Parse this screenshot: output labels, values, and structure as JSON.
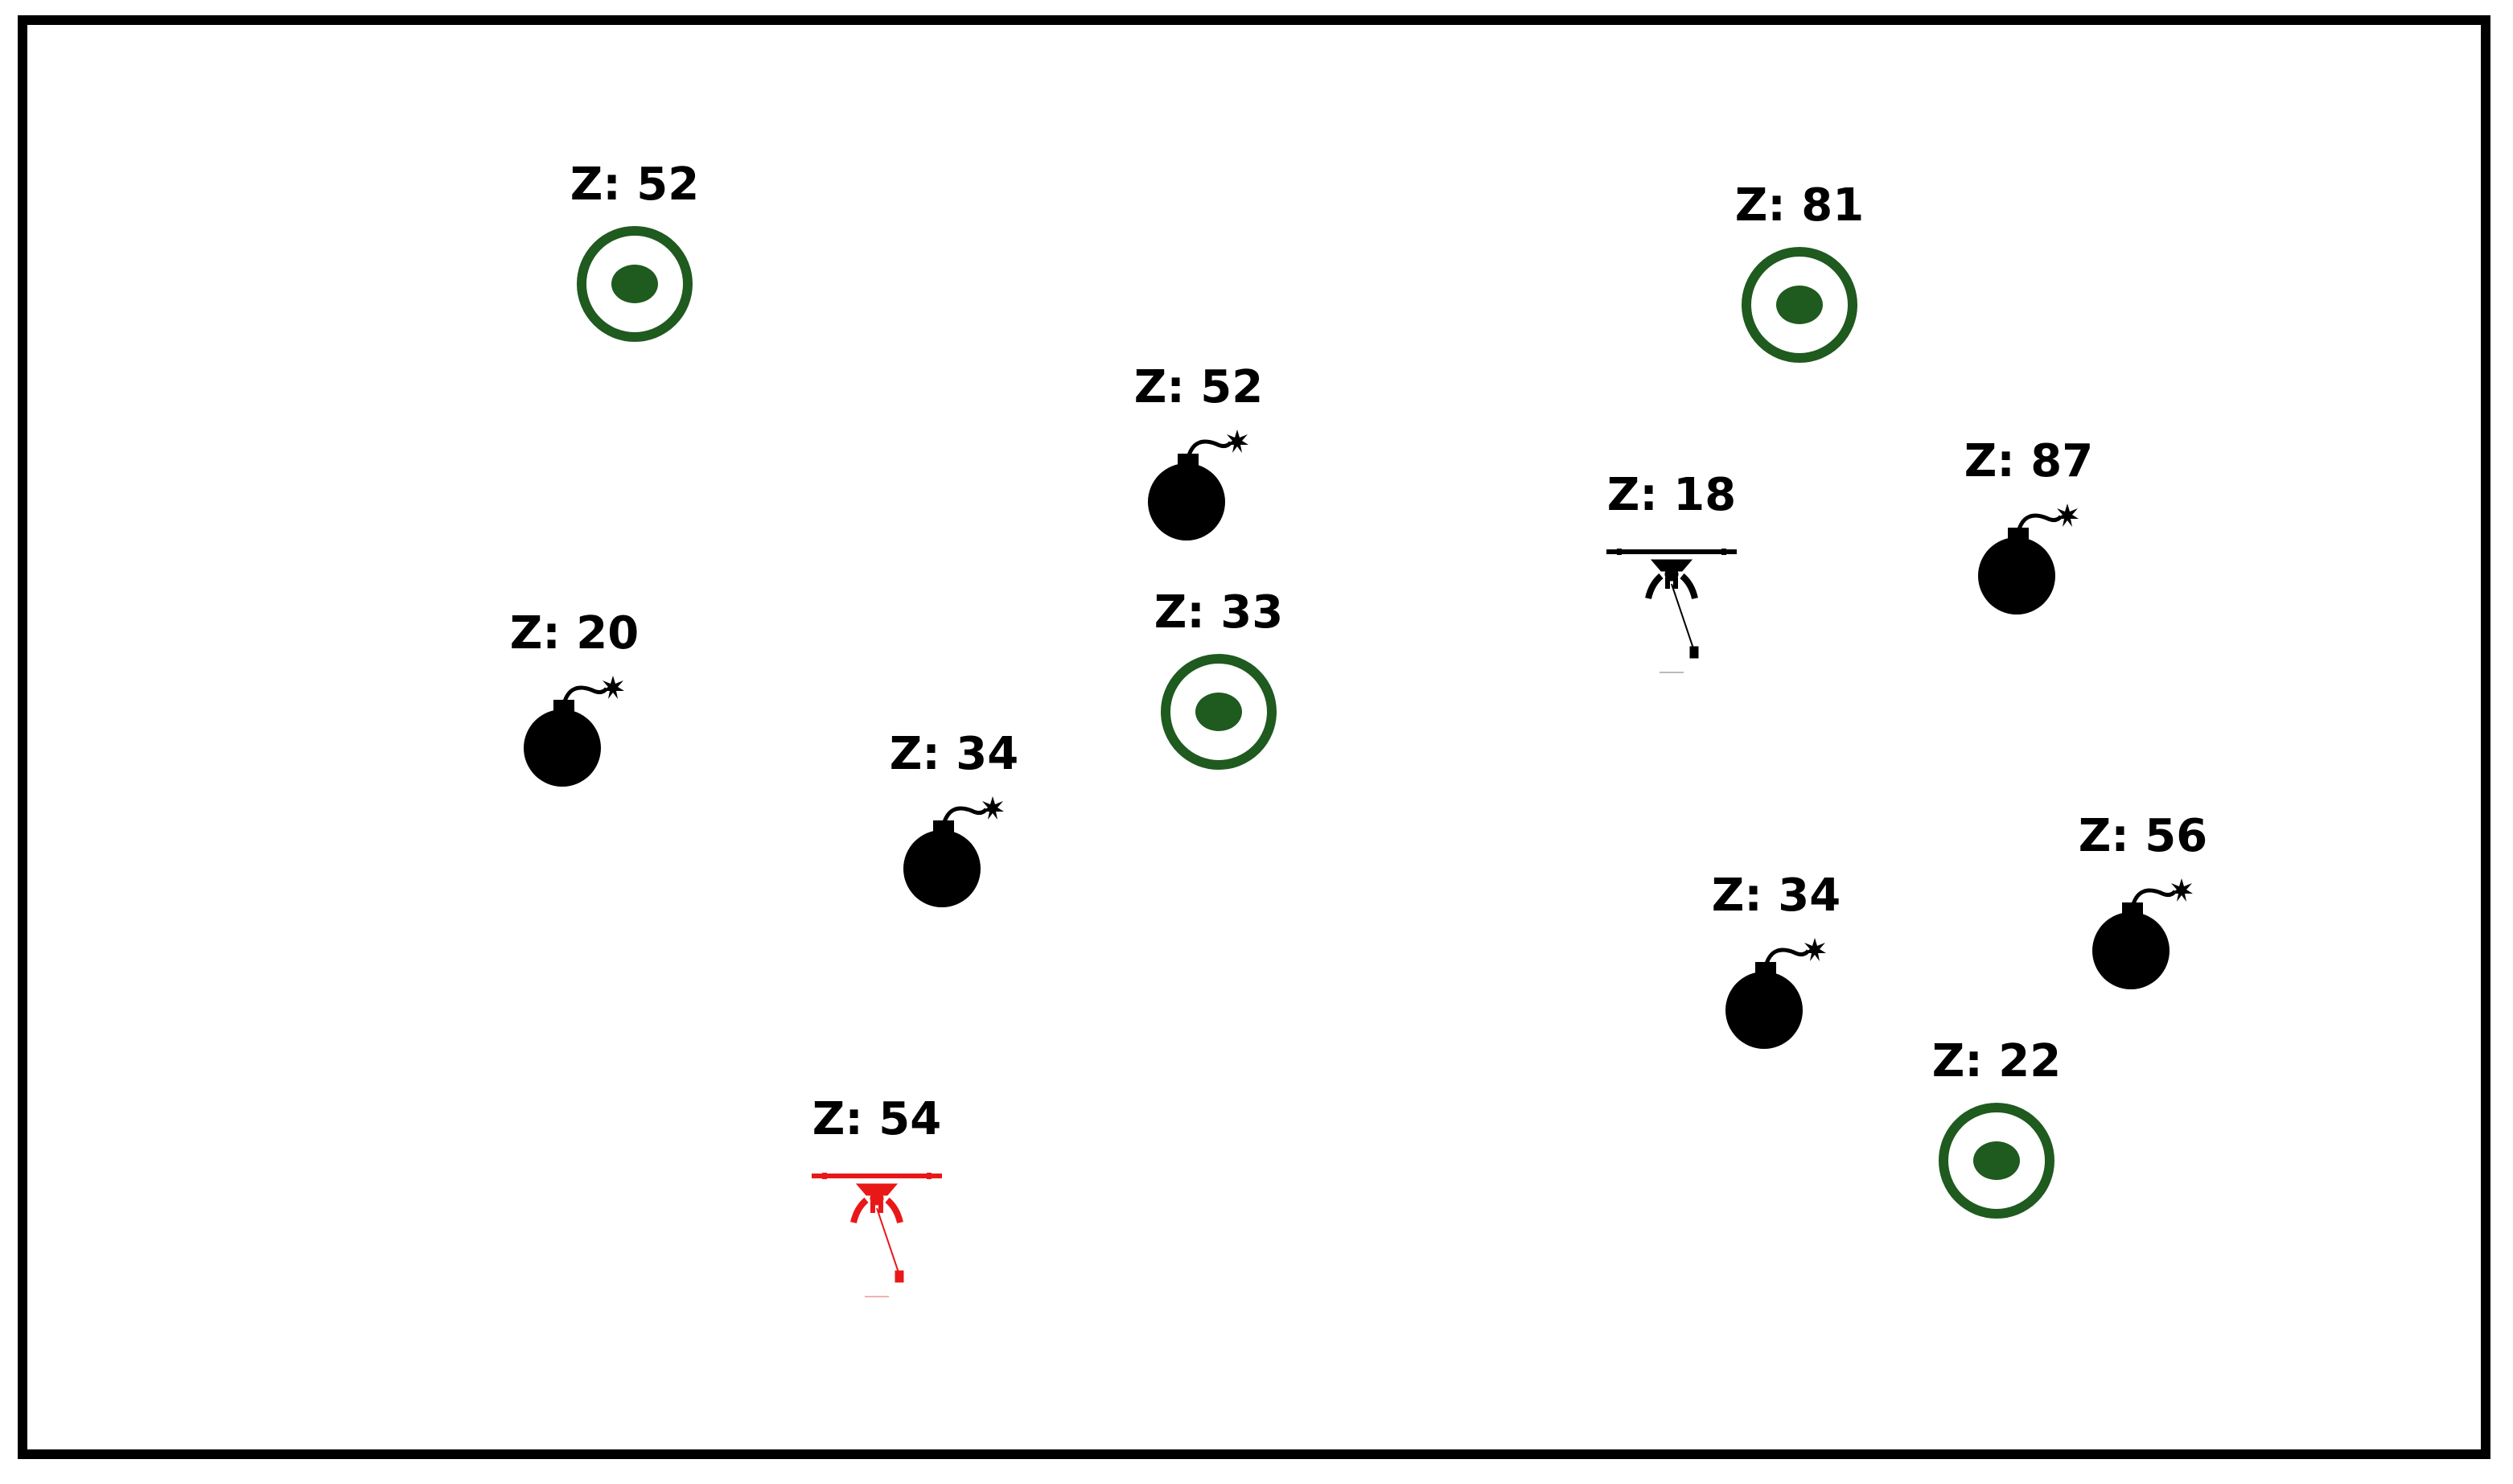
{
  "colors": {
    "target": "#1f5a1f",
    "bomb": "#000000",
    "drone_self": "#e81818",
    "drone_other": "#000000"
  },
  "targets": [
    {
      "label": "Z: 52"
    },
    {
      "label": "Z: 81"
    },
    {
      "label": "Z: 33"
    },
    {
      "label": "Z: 22"
    }
  ],
  "bombs": [
    {
      "label": "Z: 52"
    },
    {
      "label": "Z: 87"
    },
    {
      "label": "Z: 20"
    },
    {
      "label": "Z: 34"
    },
    {
      "label": "Z: 34"
    },
    {
      "label": "Z: 56"
    }
  ],
  "drones": [
    {
      "label": "Z: 18",
      "role": "other"
    },
    {
      "label": "Z: 54",
      "role": "self"
    }
  ]
}
